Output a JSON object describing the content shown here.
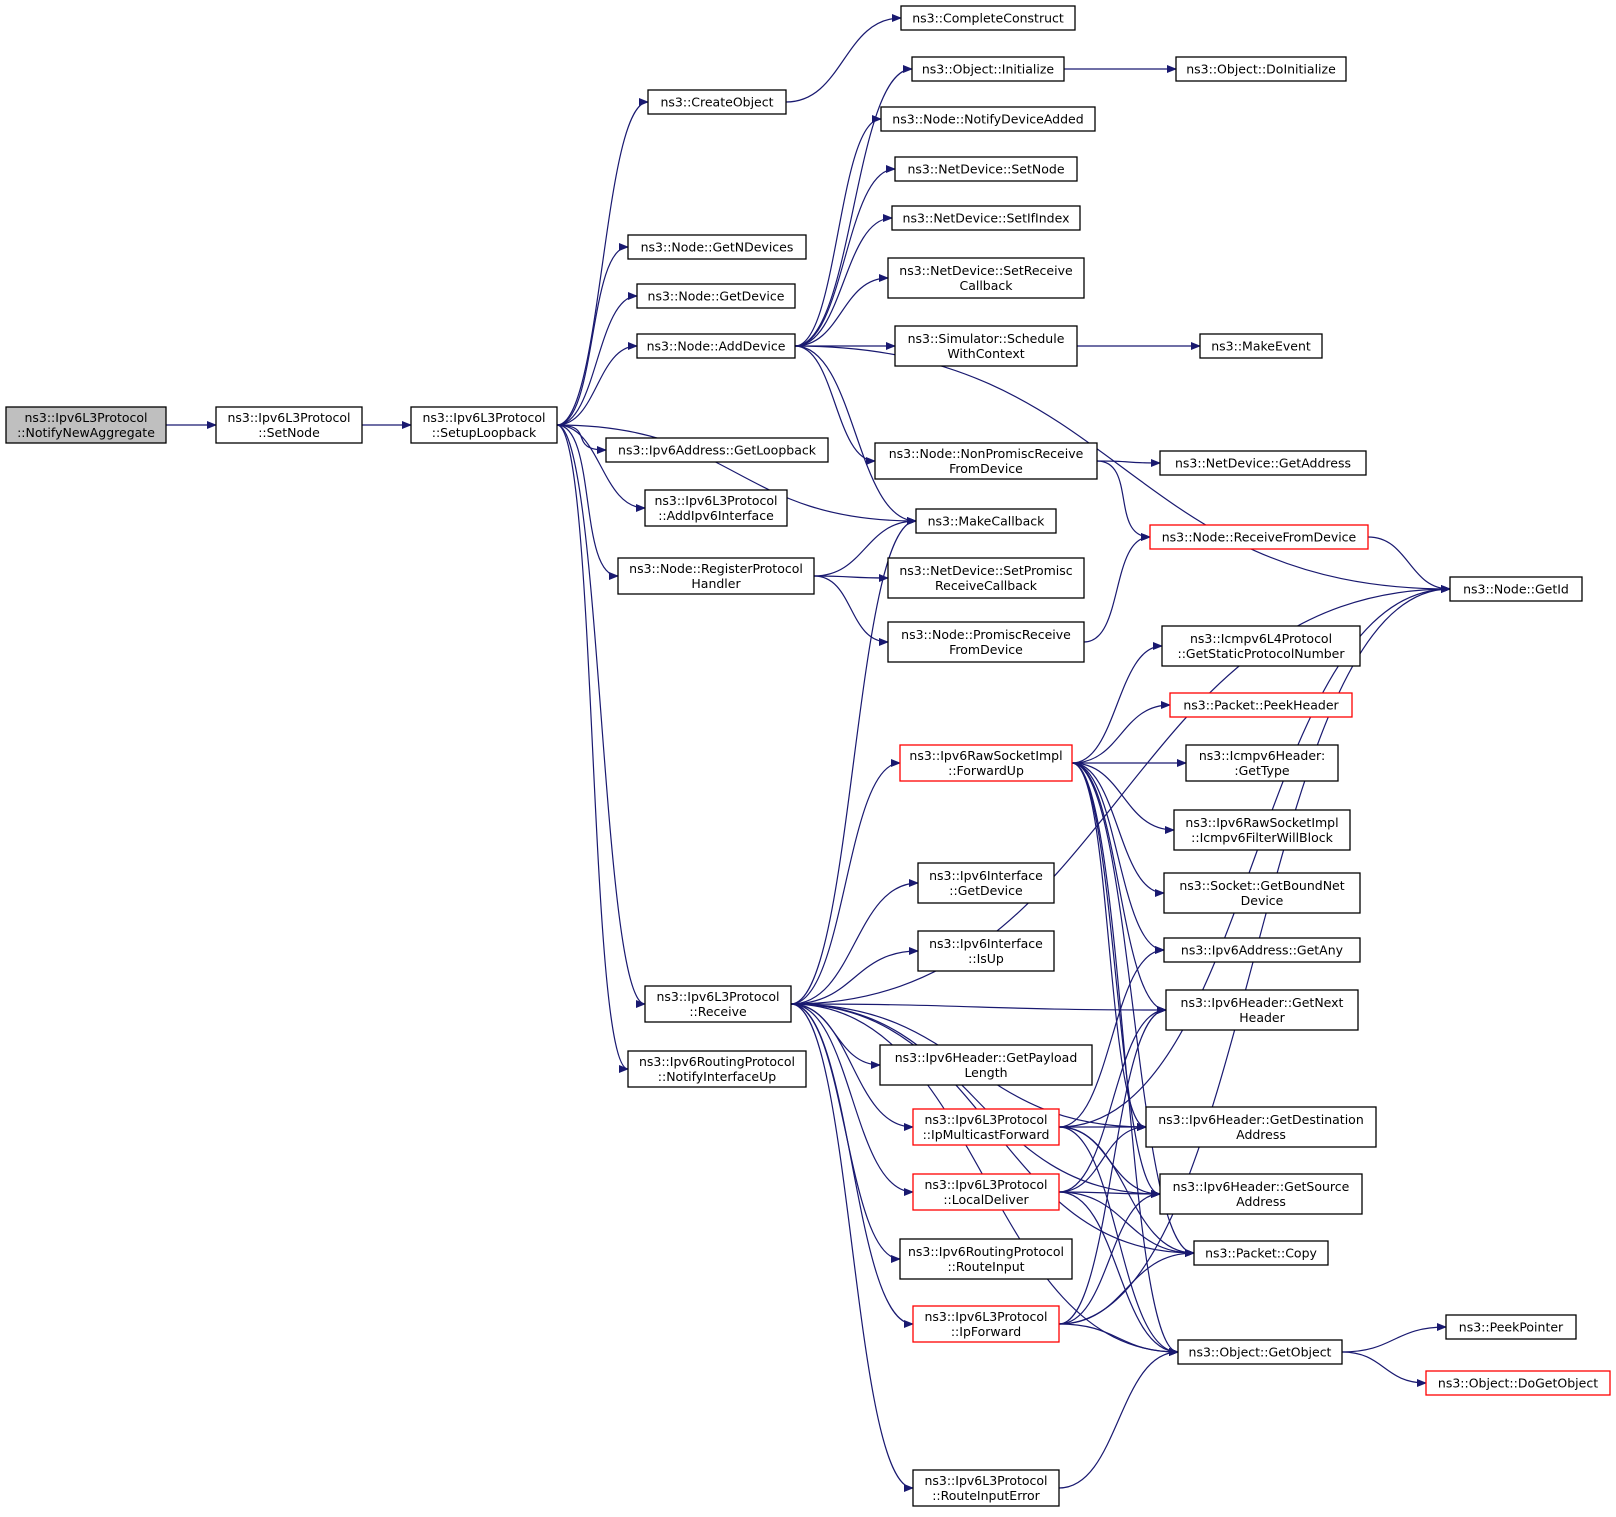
{
  "colors": {
    "edge": "#191970",
    "border_default": "#000000",
    "border_truncated": "#ff0000",
    "focus_fill": "#bfbfbf",
    "node_fill": "#ffffff"
  },
  "nodes": [
    {
      "id": "n0",
      "lines": [
        "ns3::Ipv6L3Protocol",
        "::NotifyNewAggregate"
      ],
      "style": "focus"
    },
    {
      "id": "n1",
      "lines": [
        "ns3::Ipv6L3Protocol",
        "::SetNode"
      ],
      "style": "normal"
    },
    {
      "id": "n2",
      "lines": [
        "ns3::Ipv6L3Protocol",
        "::SetupLoopback"
      ],
      "style": "normal"
    },
    {
      "id": "n3",
      "lines": [
        "ns3::CreateObject"
      ],
      "style": "normal"
    },
    {
      "id": "n4",
      "lines": [
        "ns3::Node::GetNDevices"
      ],
      "style": "normal"
    },
    {
      "id": "n5",
      "lines": [
        "ns3::Node::GetDevice"
      ],
      "style": "normal"
    },
    {
      "id": "n6",
      "lines": [
        "ns3::Node::AddDevice"
      ],
      "style": "normal"
    },
    {
      "id": "n7",
      "lines": [
        "ns3::Ipv6Address::GetLoopback"
      ],
      "style": "normal"
    },
    {
      "id": "n8",
      "lines": [
        "ns3::Ipv6L3Protocol",
        "::AddIpv6Interface"
      ],
      "style": "normal"
    },
    {
      "id": "n9",
      "lines": [
        "ns3::Node::RegisterProtocol",
        "Handler"
      ],
      "style": "normal"
    },
    {
      "id": "n10",
      "lines": [
        "ns3::Ipv6L3Protocol",
        "::Receive"
      ],
      "style": "normal"
    },
    {
      "id": "n11",
      "lines": [
        "ns3::Ipv6RoutingProtocol",
        "::NotifyInterfaceUp"
      ],
      "style": "normal"
    },
    {
      "id": "n12",
      "lines": [
        "ns3::CompleteConstruct"
      ],
      "style": "normal"
    },
    {
      "id": "n13",
      "lines": [
        "ns3::Object::Initialize"
      ],
      "style": "normal"
    },
    {
      "id": "n14",
      "lines": [
        "ns3::Node::NotifyDeviceAdded"
      ],
      "style": "normal"
    },
    {
      "id": "n15",
      "lines": [
        "ns3::NetDevice::SetNode"
      ],
      "style": "normal"
    },
    {
      "id": "n16",
      "lines": [
        "ns3::NetDevice::SetIfIndex"
      ],
      "style": "normal"
    },
    {
      "id": "n17",
      "lines": [
        "ns3::NetDevice::SetReceive",
        "Callback"
      ],
      "style": "normal"
    },
    {
      "id": "n18",
      "lines": [
        "ns3::Simulator::Schedule",
        "WithContext"
      ],
      "style": "normal"
    },
    {
      "id": "n19",
      "lines": [
        "ns3::Node::NonPromiscReceive",
        "FromDevice"
      ],
      "style": "normal"
    },
    {
      "id": "n20",
      "lines": [
        "ns3::MakeCallback"
      ],
      "style": "normal"
    },
    {
      "id": "n21",
      "lines": [
        "ns3::NetDevice::SetPromisc",
        "ReceiveCallback"
      ],
      "style": "normal"
    },
    {
      "id": "n22",
      "lines": [
        "ns3::Node::PromiscReceive",
        "FromDevice"
      ],
      "style": "normal"
    },
    {
      "id": "n23",
      "lines": [
        "ns3::Ipv6RawSocketImpl",
        "::ForwardUp"
      ],
      "style": "truncated"
    },
    {
      "id": "n24",
      "lines": [
        "ns3::Ipv6Interface",
        "::GetDevice"
      ],
      "style": "normal"
    },
    {
      "id": "n25",
      "lines": [
        "ns3::Ipv6Interface",
        "::IsUp"
      ],
      "style": "normal"
    },
    {
      "id": "n26",
      "lines": [
        "ns3::Ipv6Header::GetPayload",
        "Length"
      ],
      "style": "normal"
    },
    {
      "id": "n27",
      "lines": [
        "ns3::Ipv6L3Protocol",
        "::IpMulticastForward"
      ],
      "style": "truncated"
    },
    {
      "id": "n28",
      "lines": [
        "ns3::Ipv6L3Protocol",
        "::LocalDeliver"
      ],
      "style": "truncated"
    },
    {
      "id": "n29",
      "lines": [
        "ns3::Ipv6RoutingProtocol",
        "::RouteInput"
      ],
      "style": "normal"
    },
    {
      "id": "n30",
      "lines": [
        "ns3::Ipv6L3Protocol",
        "::IpForward"
      ],
      "style": "truncated"
    },
    {
      "id": "n31",
      "lines": [
        "ns3::Ipv6L3Protocol",
        "::RouteInputError"
      ],
      "style": "normal"
    },
    {
      "id": "n32",
      "lines": [
        "ns3::Object::DoInitialize"
      ],
      "style": "normal"
    },
    {
      "id": "n33",
      "lines": [
        "ns3::MakeEvent"
      ],
      "style": "normal"
    },
    {
      "id": "n34",
      "lines": [
        "ns3::NetDevice::GetAddress"
      ],
      "style": "normal"
    },
    {
      "id": "n35",
      "lines": [
        "ns3::Node::ReceiveFromDevice"
      ],
      "style": "truncated"
    },
    {
      "id": "n36",
      "lines": [
        "ns3::Icmpv6L4Protocol",
        "::GetStaticProtocolNumber"
      ],
      "style": "normal"
    },
    {
      "id": "n37",
      "lines": [
        "ns3::Packet::PeekHeader"
      ],
      "style": "truncated"
    },
    {
      "id": "n38",
      "lines": [
        "ns3::Icmpv6Header:",
        ":GetType"
      ],
      "style": "normal"
    },
    {
      "id": "n39",
      "lines": [
        "ns3::Ipv6RawSocketImpl",
        "::Icmpv6FilterWillBlock"
      ],
      "style": "normal"
    },
    {
      "id": "n40",
      "lines": [
        "ns3::Socket::GetBoundNet",
        "Device"
      ],
      "style": "normal"
    },
    {
      "id": "n41",
      "lines": [
        "ns3::Ipv6Address::GetAny"
      ],
      "style": "normal"
    },
    {
      "id": "n42",
      "lines": [
        "ns3::Ipv6Header::GetNext",
        "Header"
      ],
      "style": "normal"
    },
    {
      "id": "n43",
      "lines": [
        "ns3::Ipv6Header::GetDestination",
        "Address"
      ],
      "style": "normal"
    },
    {
      "id": "n44",
      "lines": [
        "ns3::Ipv6Header::GetSource",
        "Address"
      ],
      "style": "normal"
    },
    {
      "id": "n45",
      "lines": [
        "ns3::Packet::Copy"
      ],
      "style": "normal"
    },
    {
      "id": "n46",
      "lines": [
        "ns3::Object::GetObject"
      ],
      "style": "normal"
    },
    {
      "id": "n47",
      "lines": [
        "ns3::Node::GetId"
      ],
      "style": "normal"
    },
    {
      "id": "n48",
      "lines": [
        "ns3::PeekPointer"
      ],
      "style": "normal"
    },
    {
      "id": "n49",
      "lines": [
        "ns3::Object::DoGetObject"
      ],
      "style": "truncated"
    }
  ],
  "edges": [
    [
      "n0",
      "n1"
    ],
    [
      "n1",
      "n2"
    ],
    [
      "n2",
      "n3"
    ],
    [
      "n2",
      "n4"
    ],
    [
      "n2",
      "n5"
    ],
    [
      "n2",
      "n6"
    ],
    [
      "n2",
      "n7"
    ],
    [
      "n2",
      "n8"
    ],
    [
      "n2",
      "n9"
    ],
    [
      "n2",
      "n10"
    ],
    [
      "n2",
      "n11"
    ],
    [
      "n2",
      "n20"
    ],
    [
      "n3",
      "n12"
    ],
    [
      "n6",
      "n13"
    ],
    [
      "n6",
      "n14"
    ],
    [
      "n6",
      "n15"
    ],
    [
      "n6",
      "n16"
    ],
    [
      "n6",
      "n17"
    ],
    [
      "n6",
      "n18"
    ],
    [
      "n6",
      "n19"
    ],
    [
      "n6",
      "n20"
    ],
    [
      "n6",
      "n47"
    ],
    [
      "n13",
      "n32"
    ],
    [
      "n18",
      "n33"
    ],
    [
      "n19",
      "n34"
    ],
    [
      "n19",
      "n35"
    ],
    [
      "n35",
      "n47"
    ],
    [
      "n9",
      "n20"
    ],
    [
      "n9",
      "n21"
    ],
    [
      "n9",
      "n22"
    ],
    [
      "n22",
      "n35"
    ],
    [
      "n10",
      "n20"
    ],
    [
      "n10",
      "n23"
    ],
    [
      "n10",
      "n24"
    ],
    [
      "n10",
      "n25"
    ],
    [
      "n10",
      "n26"
    ],
    [
      "n10",
      "n27"
    ],
    [
      "n10",
      "n28"
    ],
    [
      "n10",
      "n29"
    ],
    [
      "n10",
      "n30"
    ],
    [
      "n10",
      "n31"
    ],
    [
      "n10",
      "n43"
    ],
    [
      "n10",
      "n44"
    ],
    [
      "n10",
      "n45"
    ],
    [
      "n10",
      "n46"
    ],
    [
      "n10",
      "n47"
    ],
    [
      "n10",
      "n42"
    ],
    [
      "n23",
      "n36"
    ],
    [
      "n23",
      "n37"
    ],
    [
      "n23",
      "n38"
    ],
    [
      "n23",
      "n39"
    ],
    [
      "n23",
      "n40"
    ],
    [
      "n23",
      "n41"
    ],
    [
      "n23",
      "n42"
    ],
    [
      "n23",
      "n43"
    ],
    [
      "n23",
      "n44"
    ],
    [
      "n23",
      "n45"
    ],
    [
      "n23",
      "n46"
    ],
    [
      "n27",
      "n41"
    ],
    [
      "n27",
      "n43"
    ],
    [
      "n27",
      "n44"
    ],
    [
      "n27",
      "n45"
    ],
    [
      "n27",
      "n46"
    ],
    [
      "n27",
      "n47"
    ],
    [
      "n28",
      "n42"
    ],
    [
      "n28",
      "n43"
    ],
    [
      "n28",
      "n44"
    ],
    [
      "n28",
      "n45"
    ],
    [
      "n28",
      "n46"
    ],
    [
      "n30",
      "n42"
    ],
    [
      "n30",
      "n44"
    ],
    [
      "n30",
      "n45"
    ],
    [
      "n30",
      "n46"
    ],
    [
      "n30",
      "n47"
    ],
    [
      "n31",
      "n46"
    ],
    [
      "n46",
      "n48"
    ],
    [
      "n46",
      "n49"
    ]
  ]
}
